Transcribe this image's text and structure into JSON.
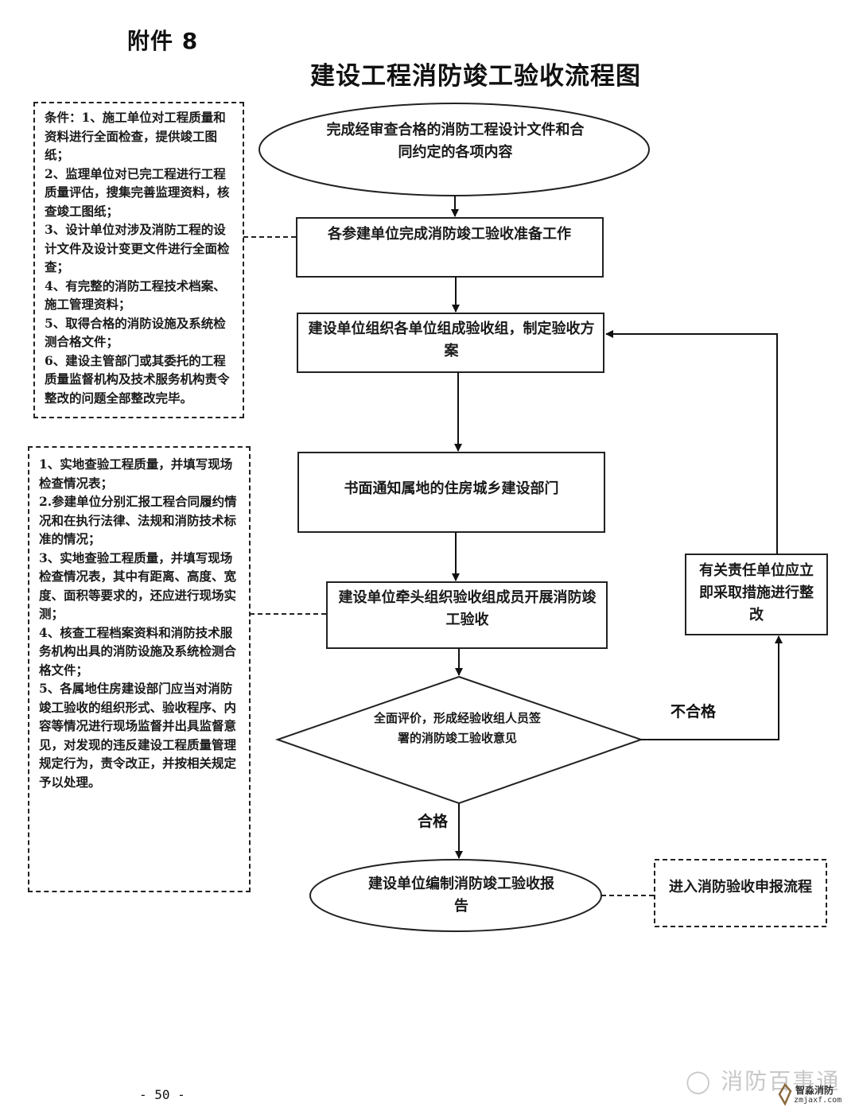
{
  "header": {
    "attachment": "附件 8",
    "title": "建设工程消防竣工验收流程图"
  },
  "conditions_note": {
    "lines": [
      "条件：1、施工单位对工程质量和资料进行全面检查，提供竣工图纸；",
      "2、监理单位对已完工程进行工程质量评估，搜集完善监理资料，核查竣工图纸；",
      "3、设计单位对涉及消防工程的设计文件及设计变更文件进行全面检查；",
      "4、有完整的消防工程技术档案、施工管理资料；",
      "5、取得合格的消防设施及系统检测合格文件；",
      "6、建设主管部门或其委托的工程质量监督机构及技术服务机构责令整改的问题全部整改完毕。"
    ]
  },
  "inspection_note": {
    "lines": [
      "1、实地查验工程质量，并填写现场检查情况表；",
      "2.参建单位分别汇报工程合同履约情况和在执行法律、法规和消防技术标准的情况；",
      "3、实地查验工程质量，并填写现场检查情况表，其中有距离、高度、宽度、面积等要求的，还应进行现场实测；",
      "4、核查工程档案资料和消防技术服务机构出具的消防设施及系统检测合格文件；",
      "5、各属地住房建设部门应当对消防竣工验收的组织形式、验收程序、内容等情况进行现场监督并出具监督意见，对发现的违反建设工程质量管理规定行为，责令改正，并按相关规定予以处理。"
    ]
  },
  "flow": {
    "start": "完成经审查合格的消防工程设计文件和合同约定的各项内容",
    "step1": "各参建单位完成消防竣工验收准备工作",
    "step2": "建设单位组织各单位组成验收组，制定验收方案",
    "step3": "书面通知属地的住房城乡建设部门",
    "step4": "建设单位牵头组织验收组成员开展消防竣工验收",
    "decision": "全面评价，形成经验收组人员签署的消防竣工验收意见",
    "fail_label": "不合格",
    "pass_label": "合格",
    "rectify": "有关责任单位应立即采取措施进行整改",
    "end": "建设单位编制消防竣工验收报告",
    "next_process": "进入消防验收申报流程"
  },
  "footer": {
    "page_number": "- 50 -",
    "watermark_wechat": "消防百事通",
    "watermark_brand": "智淼消防",
    "watermark_url": "zmjaxf.com"
  }
}
